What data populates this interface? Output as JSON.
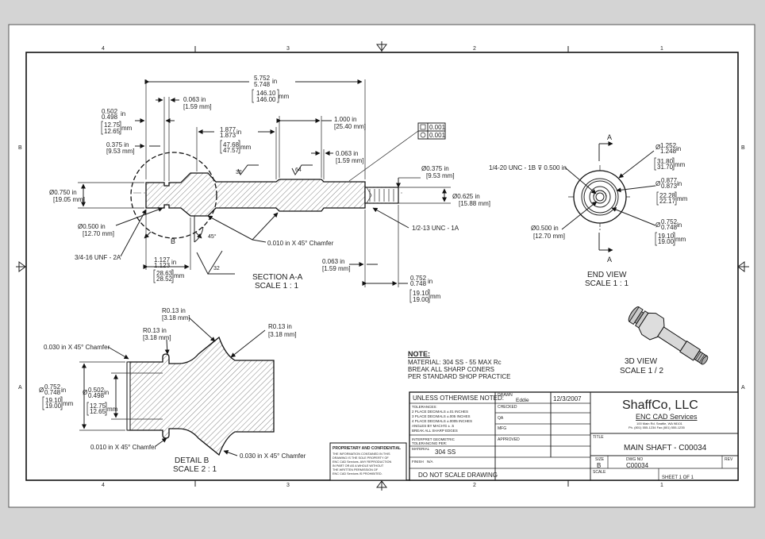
{
  "border": {
    "zones_top": [
      "4",
      "3",
      "2",
      "1"
    ],
    "zones_bottom": [
      "4",
      "3",
      "2",
      "1"
    ],
    "zones_side": [
      "B",
      "A"
    ]
  },
  "section_view": {
    "title": "SECTION  A-A",
    "scale": "SCALE 1 : 1",
    "dimensions": {
      "overall_in": "5.752",
      "overall_in_low": "5.748",
      "overall_unit": "in",
      "overall_mm": "146.10",
      "overall_mm_low": "146.00",
      "groove_w_in": "0.063 in",
      "groove_w_mm": "[1.59 mm]",
      "left_len_in": "0.502",
      "left_len_in_low": "0.498",
      "left_len_mm": "12.75",
      "left_len_mm_low": "12.65",
      "step_in": "0.375 in",
      "step_mm": "[9.53 mm]",
      "mid_in": "1.877",
      "mid_in_low": "1.873",
      "mid_mm": "47.68",
      "mid_mm_low": "47.57",
      "right_len_in": "1.000 in",
      "right_len_mm": "[25.40 mm]",
      "right_groove_in": "0.063 in",
      "right_groove_mm": "[1.59 mm]",
      "flatness": "0.001",
      "cyl": "0.001",
      "bore_depth_in": "Ø0.375 in",
      "bore_depth_mm": "[9.53 mm]",
      "bore_dia_in": "Ø0.625 in",
      "bore_dia_mm": "[15.88 mm]",
      "left_dia_in": "Ø0.750 in",
      "left_dia_mm": "[19.05 mm]",
      "neck_dia_in": "Ø0.500 in",
      "neck_dia_mm": "[12.70 mm]",
      "thread_left": "3/4-16 UNF - 2A",
      "thread_right": "1/2-13 UNC - 1A",
      "chamfer": "0.010 in X 45° Chamfer",
      "angle": "45°",
      "finish_1": "32",
      "finish_2": "64",
      "finish_3": "32",
      "shoulder_in": "1.127",
      "shoulder_in_low": "1.123",
      "shoulder_mm": "28.63",
      "shoulder_mm_low": "28.52",
      "end_step_in": "0.063 in",
      "end_step_mm": "[1.59 mm]",
      "end_len_in": "0.752",
      "end_len_in_low": "0.748",
      "end_len_mm": "19.10",
      "end_len_mm_low": "19.00",
      "detail_callout": "B",
      "mm_unit": "mm"
    }
  },
  "end_view": {
    "title": "END VIEW",
    "scale": "SCALE 1 : 1",
    "section_label": "A",
    "tap": "1/4-20 UNC - 1B ⊽ 0.500 in",
    "d1_in": "1.252",
    "d1_in_low": "1.248",
    "d1_mm": "31.80",
    "d1_mm_low": "31.70",
    "d2_in": "0.877",
    "d2_in_low": "0.873",
    "d2_mm": "22.28",
    "d2_mm_low": "22.17",
    "d3_in": "0.752",
    "d3_in_low": "0.748",
    "d3_mm": "19.10",
    "d3_mm_low": "19.00",
    "d4_in": "Ø0.500 in",
    "d4_mm": "[12.70 mm]"
  },
  "view_3d": {
    "title": "3D VIEW",
    "scale": "SCALE 1 / 2"
  },
  "detail_view": {
    "title": "DETAIL  B",
    "scale": "SCALE 2 : 1",
    "r1_in": "R0.13 in",
    "r1_mm": "[3.18 mm]",
    "r2_in": "R0.13 in",
    "r2_mm": "[3.18 mm]",
    "r3_in": "R0.13 in",
    "r3_mm": "[3.18 mm]",
    "chamfer_top": "0.030 in X 45° Chamfer",
    "chamfer_bottom": "0.010 in X 45° Chamfer",
    "chamfer_right": "0.030 in X 45° Chamfer",
    "d_outer_in": "0.752",
    "d_outer_in_low": "0.748",
    "d_outer_mm": "19.10",
    "d_outer_mm_low": "19.00",
    "d_inner_in": "0.502",
    "d_inner_in_low": "0.498",
    "d_inner_mm": "12.75",
    "d_inner_mm_low": "12.65"
  },
  "notes": {
    "heading": "NOTE:",
    "lines": [
      "MATERIAL: 304 SS - 55 MAX Rc",
      "BREAK ALL SHARP CONERS",
      "PER STANDARD SHOP PRACTICE"
    ]
  },
  "title_block": {
    "unless_noted": "UNLESS OTHERWISE NOTED:",
    "tolerances": [
      "TOLERANCES:",
      "2 PLACE DECIMALS ±.01  INCHES",
      "3 PLACE DECIMALS ±.005  INCHES",
      "4 PLACE DECIMALS ±.0005 INCHES",
      "ANGLES BY MACH'G ± .5",
      "BREAK ALL SHARP EDGES"
    ],
    "geometric": "INTERPRET GEOMETRIC",
    "geometric_2": "TOLERANCING PER:",
    "material_label": "MATERIAL",
    "material": "304 SS",
    "finish_label": "FINISH",
    "finish": "N/A",
    "do_not_scale": "DO NOT SCALE DRAWING",
    "drawn_label": "DRAWN",
    "drawn_by": "Eddie",
    "drawn_date": "12/3/2007",
    "checked_label": "CHECKED",
    "qa_label": "QA",
    "mfg_label": "MFG",
    "approved_label": "APPROVED",
    "company": "ShaffCo, LLC",
    "division": "ENC CAD Services",
    "address": "100 Main Rd. Seattle, WA 98101",
    "contact": "Ph. (801) 555-1234   Fax (801) 555-1235",
    "title_label": "TITLE",
    "title": "MAIN SHAFT - C00034",
    "size_label": "SIZE",
    "size": "B",
    "dwg_label": "DWG NO",
    "dwg_no": "C00034",
    "rev_label": "REV",
    "scale_label": "SCALE",
    "sheet": "SHEET 1  OF  1",
    "proprietary_heading": "PROPRIETARY AND CONFIDENTIAL",
    "proprietary_lines": [
      "THE INFORMATION CONTAINED IN THIS",
      "DRAWING IS THE SOLE PROPERTY OF",
      "ENC CAD Services. ANY REPRODUCTION",
      "IN PART OR AS A WHOLE WITHOUT",
      "THE WRITTEN PERMISSION OF",
      "ENC CAD Services IS PROHIBITED."
    ]
  }
}
